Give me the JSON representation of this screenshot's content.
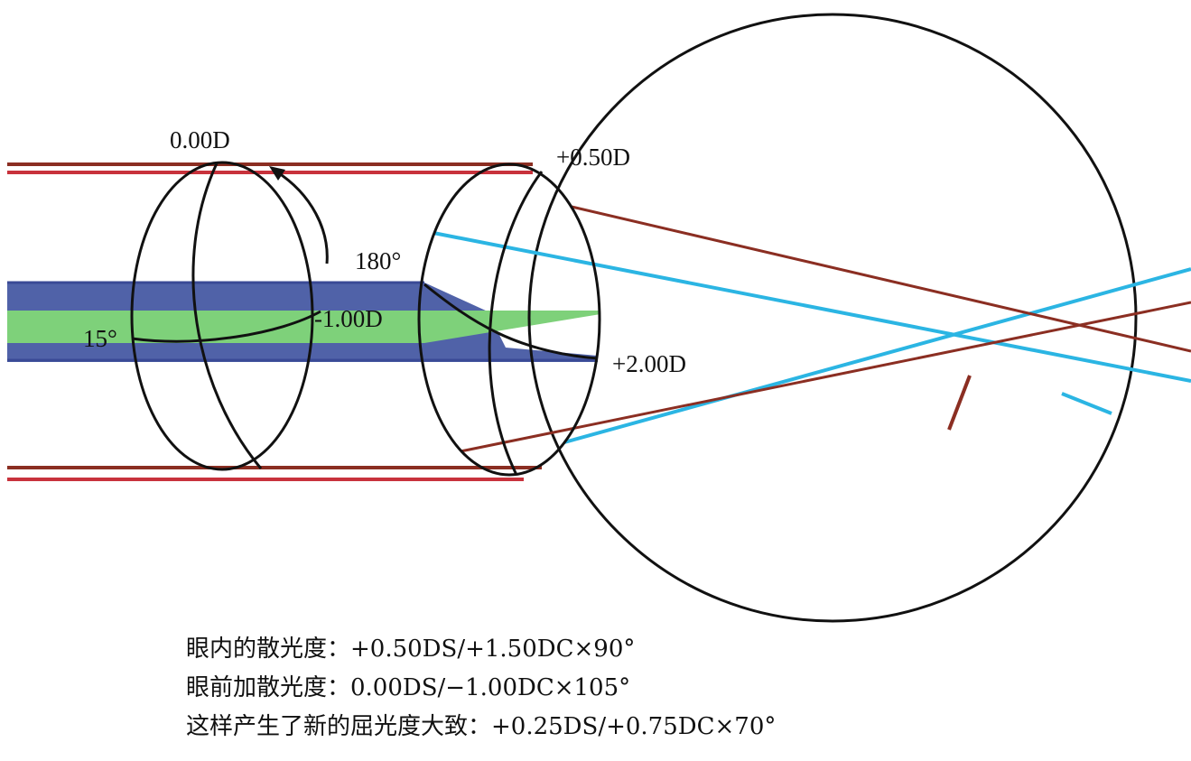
{
  "colors": {
    "outline": "#111111",
    "ray_red": "#c8323c",
    "ray_brown": "#8b2e22",
    "ray_cyan": "#2bb5e3",
    "band_blue": "#5062a8",
    "band_green": "#7ed17a"
  },
  "labels": {
    "front_lens_vertical": "0.00D",
    "front_lens_horizontal": "-1.00D",
    "front_lens_axis": "15°",
    "eye_lens_vertical": "+0.50D",
    "eye_lens_horizontal": "+2.00D",
    "eye_lens_axis": "180°"
  },
  "caption": {
    "line1": "眼内的散光度：+0.50DS/+1.50DC×90°",
    "line2": "眼前加散光度：0.00DS/−1.00DC×105°",
    "line3": "这样产生了新的屈光度大致：+0.25DS/+0.75DC×70°"
  }
}
